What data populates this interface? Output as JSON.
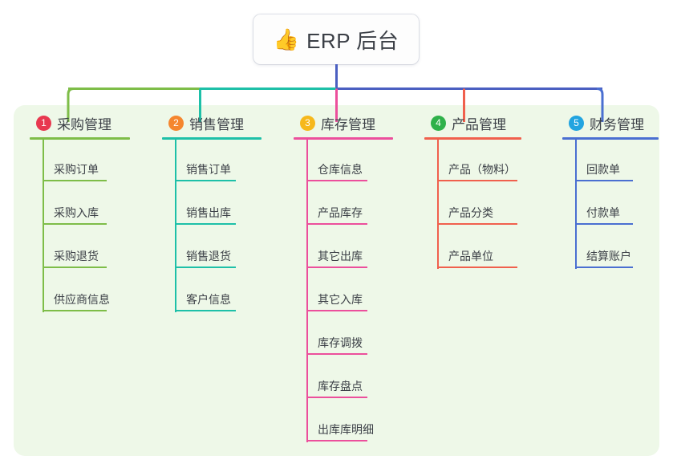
{
  "diagram": {
    "type": "mind-map",
    "root": {
      "icon": "thumbs-up-icon",
      "emoji": "👍",
      "label": "ERP 后台"
    },
    "panel_color": "#eef8e8",
    "branches": [
      {
        "number": "1",
        "label": "采购管理",
        "badge_color": "#e8384f",
        "line_color": "#7ebd48",
        "items": [
          "采购订单",
          "采购入库",
          "采购退货",
          "供应商信息"
        ]
      },
      {
        "number": "2",
        "label": "销售管理",
        "badge_color": "#f5862e",
        "line_color": "#1ec0a8",
        "items": [
          "销售订单",
          "销售出库",
          "销售退货",
          "客户信息"
        ]
      },
      {
        "number": "3",
        "label": "库存管理",
        "badge_color": "#f6b81c",
        "line_color": "#ec4f9c",
        "items": [
          "仓库信息",
          "产品库存",
          "其它出库",
          "其它入库",
          "库存调拨",
          "库存盘点",
          "出库库明细"
        ]
      },
      {
        "number": "4",
        "label": "产品管理",
        "badge_color": "#2fb14a",
        "line_color": "#f0604d",
        "items": [
          "产品（物料）",
          "产品分类",
          "产品单位"
        ]
      },
      {
        "number": "5",
        "label": "财务管理",
        "badge_color": "#21a4e0",
        "line_color": "#4a6fd1",
        "items": [
          "回款单",
          "付款单",
          "结算账户"
        ]
      }
    ],
    "connector_colors": {
      "trunk": "#4a5fc1",
      "bar_left": "#7ebd48",
      "bar_mid": "#1ec0a8",
      "bar_right": "#4a5fc1",
      "drop_1": "#7ebd48",
      "drop_2": "#1ec0a8",
      "drop_3": "#ec4f9c",
      "drop_4": "#f0604d",
      "drop_5": "#4a6fd1"
    }
  }
}
